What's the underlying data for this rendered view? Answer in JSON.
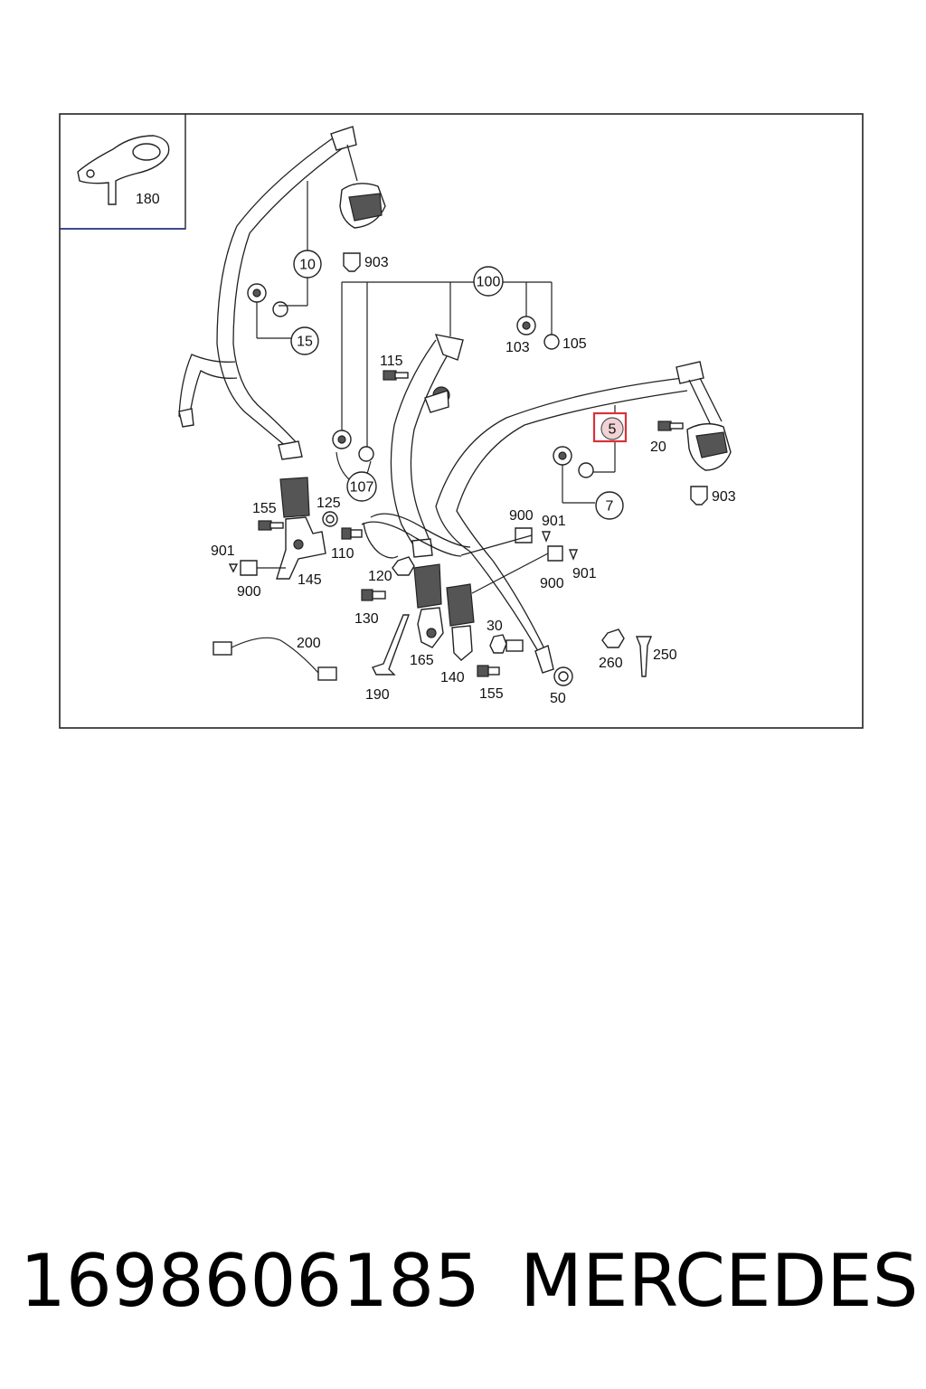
{
  "diagram": {
    "labels": {
      "l180": "180",
      "l10": "10",
      "l903a": "903",
      "l100": "100",
      "l15": "15",
      "l103": "103",
      "l105": "105",
      "l115": "115",
      "l5": "5",
      "l20": "20",
      "l107": "107",
      "l7": "7",
      "l903b": "903",
      "l155a": "155",
      "l125": "125",
      "l110": "110",
      "l900a": "900",
      "l901a": "901",
      "l901b": "901",
      "l900b": "900",
      "l901c": "901",
      "l900c": "900",
      "l145": "145",
      "l120": "120",
      "l130": "130",
      "l200": "200",
      "l30": "30",
      "l260": "260",
      "l250": "250",
      "l165": "165",
      "l140": "140",
      "l155b": "155",
      "l190": "190",
      "l50": "50"
    },
    "highlight_color": "#d9313a"
  },
  "footer": {
    "part_number": "1698606185",
    "brand": "MERCEDES"
  }
}
